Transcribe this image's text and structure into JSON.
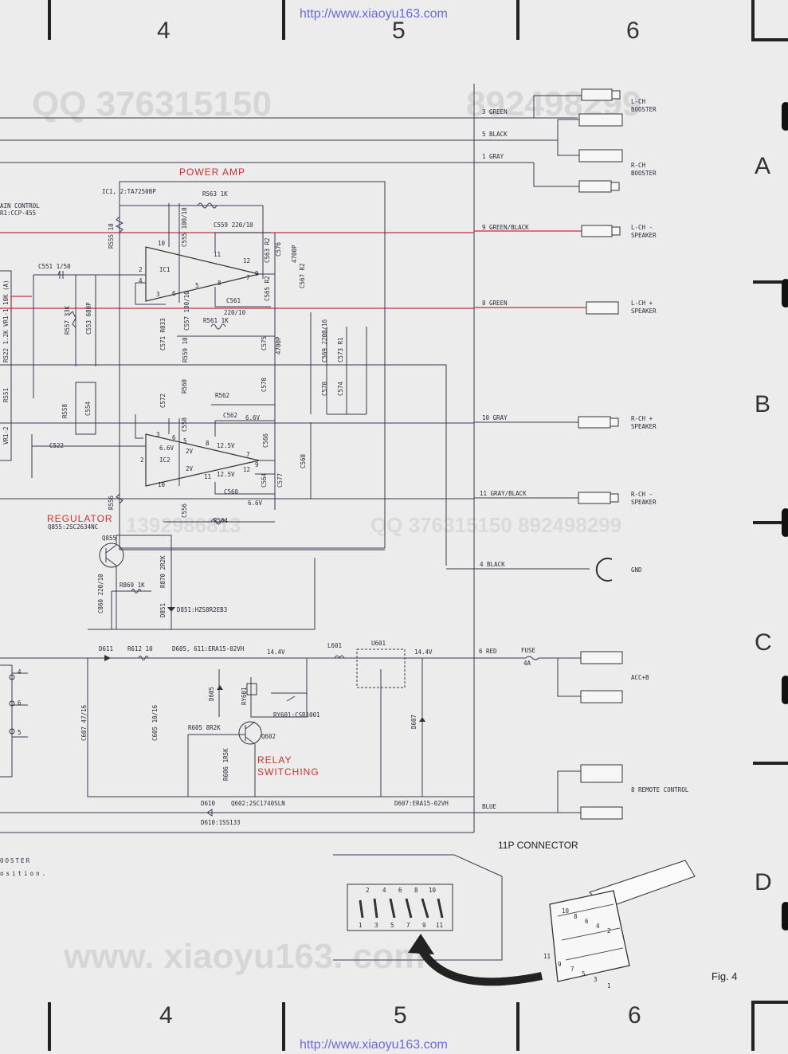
{
  "header": {
    "url_top": "http://www.xiaoyu163.com",
    "url_bottom": "http://www.xiaoyu163.com",
    "col_top": [
      "4",
      "5",
      "6"
    ],
    "col_bottom": [
      "4",
      "5",
      "6"
    ],
    "rows": [
      "A",
      "B",
      "C",
      "D"
    ]
  },
  "watermarks": {
    "qq1": "QQ 376315150",
    "qq2": "892498299",
    "mid1": "1392986813",
    "mid2": "QQ 376315150 892498299",
    "bottom": "www. xiaoyu163. com"
  },
  "sections": {
    "power_amp": "POWER AMP",
    "regulator": "REGULATOR",
    "relay1": "RELAY",
    "relay2": "SWITCHING",
    "connector": "11P CONNECTOR",
    "fig": "Fig. 4"
  },
  "left_edge": {
    "gain1": "AIN CONTROL",
    "gain2": "R1:CCP-455",
    "booster1": "OOSTER",
    "booster2": "osition."
  },
  "parts": {
    "ic_types": "IC1, 2:TA7250BP",
    "r563": "R563 1K",
    "r555": "R555 10",
    "c555": "C555 100/10",
    "c559a": "C559 220/10",
    "c563": "C563 R2",
    "c576": "C576",
    "c576v": "4700P",
    "c567": "C567 R2",
    "c565": "C565 R2",
    "c551": "C551 1/50",
    "ic1": "IC1",
    "r557": "R557 33K",
    "c553": "C553 680P",
    "c571": "C571 R033",
    "c557": "C557 100/10",
    "c561": "C561",
    "c561v": "220/10",
    "r561": "R561 1K",
    "r559": "R559 10",
    "c575": "C575",
    "c575v": "4700P",
    "c569": "C569 2200/16",
    "c573": "C573 R1",
    "c570": "C570",
    "c574": "C574",
    "vr1": "VR1-1 10K (A)",
    "r522": "R522 1.2K",
    "r551": "R551",
    "r558": "R558",
    "c554": "C554",
    "c572": "C572",
    "r560": "R560",
    "r562": "R562",
    "c578": "C578",
    "c558": "C558",
    "c562": "C562",
    "v66a": "6.6V",
    "v66b": "6.6V",
    "v66c": "6.6V",
    "v125a": "12.5V",
    "v125b": "12.5V",
    "v2a": "2V",
    "v2b": "2V",
    "c566": "C566",
    "c568": "C568",
    "vr12": "VR1-2",
    "c522": "C522",
    "ic2": "IC2",
    "c564": "C564",
    "c577": "C577",
    "c560": "C560",
    "r556": "R556",
    "c556": "C556",
    "r564": "R564",
    "q855": "Q855:2SC2634NC",
    "q855b": "Q855",
    "r870": "R870 2R2K",
    "r869": "R869 1K",
    "c860": "C860 220/10",
    "d851": "D851",
    "d851t": "D851:HZS8R2EB3",
    "d611": "D611",
    "r612": "R612 10",
    "d605t": "D605, 611:ERA15-02VH",
    "v144a": "14.4V",
    "v144b": "14.4V",
    "l601": "L601",
    "u601": "U601",
    "d605": "D605",
    "ry601": "RY601",
    "ry601t": "RY601:CSR1001",
    "c607": "C607 47/16",
    "c605": "C605 10/16",
    "r605": "R605 8R2K",
    "q602": "Q602",
    "r606": "R606 1R5K",
    "d607": "D607",
    "d610": "D610",
    "q602t": "Q602:2SC1740SLN",
    "d607t": "D607:ERA15-02VH",
    "d610t": "D610:1SS133",
    "fuse": "FUSE",
    "fusev": "4A",
    "pin_ic1": [
      "10",
      "2",
      "4",
      "3",
      "6",
      "5",
      "8",
      "7",
      "9",
      "11",
      "12"
    ],
    "pin_ic2": [
      "3",
      "6",
      "5",
      "8",
      "2",
      "7",
      "9",
      "10",
      "11",
      "12"
    ],
    "pin_left": [
      "4",
      "6",
      "5"
    ]
  },
  "wires": [
    {
      "pin": "3 GREEN",
      "target": "L-CH",
      "target2": "BOOSTER"
    },
    {
      "pin": "5 BLACK",
      "target": "",
      "target2": ""
    },
    {
      "pin": "1 GRAY",
      "target": "R-CH",
      "target2": "BOOSTER"
    },
    {
      "pin": "9 GREEN/BLACK",
      "target": "L-CH -",
      "target2": "SPEAKER"
    },
    {
      "pin": "8 GREEN",
      "target": "L-CH +",
      "target2": "SPEAKER"
    },
    {
      "pin": "10 GRAY",
      "target": "R-CH +",
      "target2": "SPEAKER"
    },
    {
      "pin": "11 GRAY/BLACK",
      "target": "R-CH -",
      "target2": "SPEAKER"
    },
    {
      "pin": "4 BLACK",
      "target": "GND",
      "target2": ""
    },
    {
      "pin": "6 RED",
      "target": "ACC+B",
      "target2": ""
    },
    {
      "pin": "BLUE",
      "target": "8 REMOTE CONTROL",
      "target2": ""
    }
  ],
  "connector": {
    "top_pins": [
      "2",
      "4",
      "6",
      "8",
      "10"
    ],
    "bottom_pins": [
      "1",
      "3",
      "5",
      "7",
      "9",
      "11"
    ],
    "plug_top": [
      "10",
      "8",
      "6",
      "4",
      "2"
    ],
    "plug_bottom": [
      "11",
      "9",
      "7",
      "5",
      "3",
      "1"
    ]
  },
  "colors": {
    "paper": "#ececec",
    "wire": "#3a3a55",
    "red_wire": "#c0303a",
    "red_text": "#d03030",
    "url": "#6a6ae0"
  }
}
